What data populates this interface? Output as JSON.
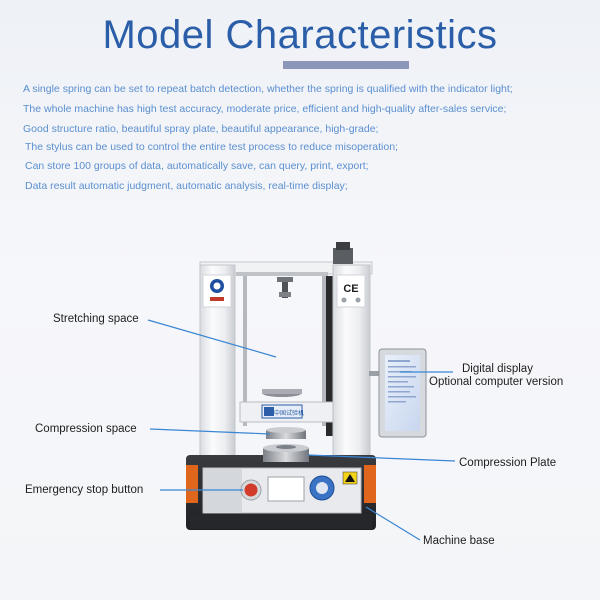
{
  "title": "Model Characteristics",
  "features": [
    "A single spring can be set to repeat batch detection, whether the spring is qualified with the indicator light;",
    "The whole machine has high test accuracy, moderate price, efficient and high-quality after-sales service;",
    "Good structure ratio, beautiful spray plate, beautiful appearance, high-grade;",
    "The stylus can be used to control the entire test process to reduce misoperation;",
    "Can store 100 groups of data, automatically save, can query, print, export;",
    "Data result automatic judgment, automatic analysis, real-time display;"
  ],
  "labels": {
    "stretching_space": "Stretching space",
    "compression_space": "Compression space",
    "emergency_stop": "Emergency stop button",
    "digital_display": "Digital display",
    "optional_computer": "Optional computer version",
    "compression_plate": "Compression Plate",
    "machine_base": "Machine base"
  },
  "machine": {
    "ce_mark": "CE",
    "brand_plate": "中国试验机",
    "colors": {
      "title": "#2b5ea8",
      "feature_text": "#5b8fd0",
      "pointer_line": "#3a86d4",
      "base_body": "#2a2b2e",
      "accent_orange": "#e0661e"
    }
  }
}
